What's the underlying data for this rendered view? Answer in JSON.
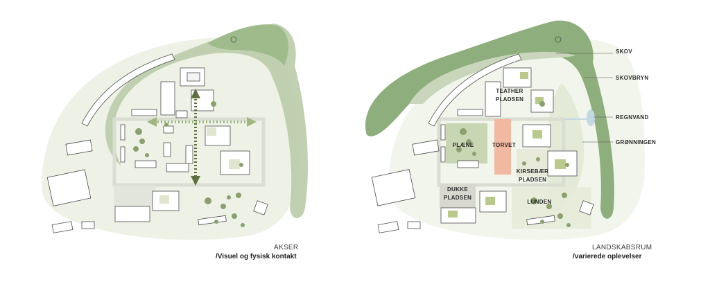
{
  "left_panel": {
    "caption_title": "AKSER",
    "caption_subtitle": "/Visuel og fysisk kontakt"
  },
  "right_panel": {
    "caption_title": "LANDSKABSRUM",
    "caption_subtitle": "/varierede oplevelser",
    "zone_labels": {
      "teather_1": "TEATHER",
      "teather_2": "PLADSEN",
      "plaene": "PLÆNE",
      "torvet": "TORVET",
      "kirsebaer_1": "KIRSEBÆR",
      "kirsebaer_2": "PLADSEN",
      "dukke_1": "DUKKE",
      "dukke_2": "PLADSEN",
      "lunden": "LUNDEN"
    },
    "legend": {
      "skov": "SKOV",
      "skovbryn": "SKOVBRYN",
      "regnvand": "REGNVAND",
      "gronningen": "GRØNNINGEN"
    }
  },
  "colors": {
    "forest": "#8fae7d",
    "forest_light": "#c9d6bc",
    "meadow": "#e9eedf",
    "axis": "#5f7140",
    "axis_dots": "#9fb680",
    "torvet": "#f1b9a1",
    "plaene": "#c9d6b3",
    "water": "#c2d8e3",
    "building": "#ffffff",
    "outline": "#4a4a4a"
  }
}
